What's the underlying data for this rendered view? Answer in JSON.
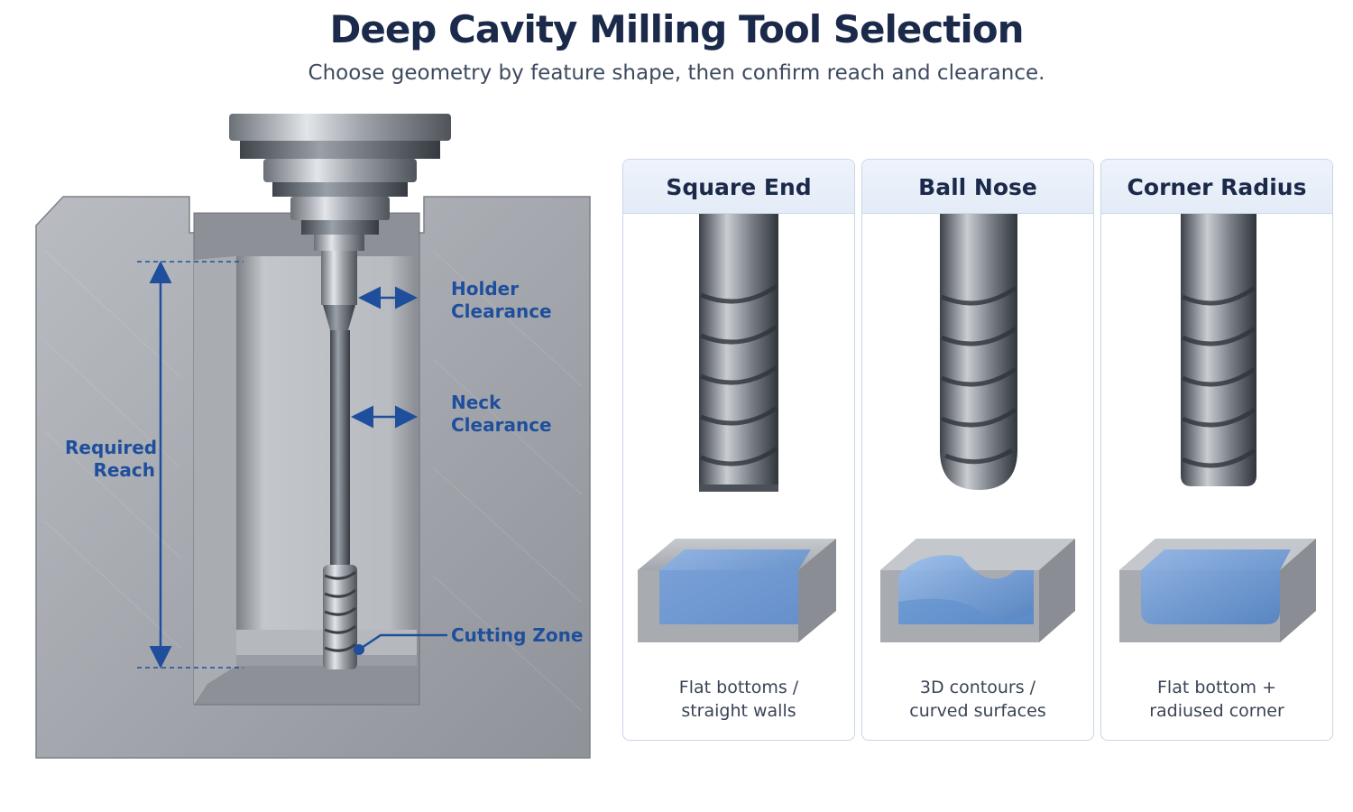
{
  "header": {
    "title": "Deep Cavity Milling Tool Selection",
    "subtitle": "Choose geometry by feature shape, then confirm reach and clearance."
  },
  "diagram": {
    "labels": {
      "holder_clearance": [
        "Holder",
        "Clearance"
      ],
      "neck_clearance": [
        "Neck",
        "Clearance"
      ],
      "required_reach": [
        "Required",
        "Reach"
      ],
      "cutting_zone": "Cutting Zone"
    },
    "accent_color": "#1f4f9c"
  },
  "tools": [
    {
      "name": "Square End",
      "icon": "square-end-mill-icon",
      "desc": [
        "Flat bottoms /",
        "straight walls"
      ]
    },
    {
      "name": "Ball Nose",
      "icon": "ball-nose-end-mill-icon",
      "desc": [
        "3D contours /",
        "curved surfaces"
      ]
    },
    {
      "name": "Corner Radius",
      "icon": "corner-radius-end-mill-icon",
      "desc": [
        "Flat bottom +",
        "radiused corner"
      ]
    }
  ]
}
